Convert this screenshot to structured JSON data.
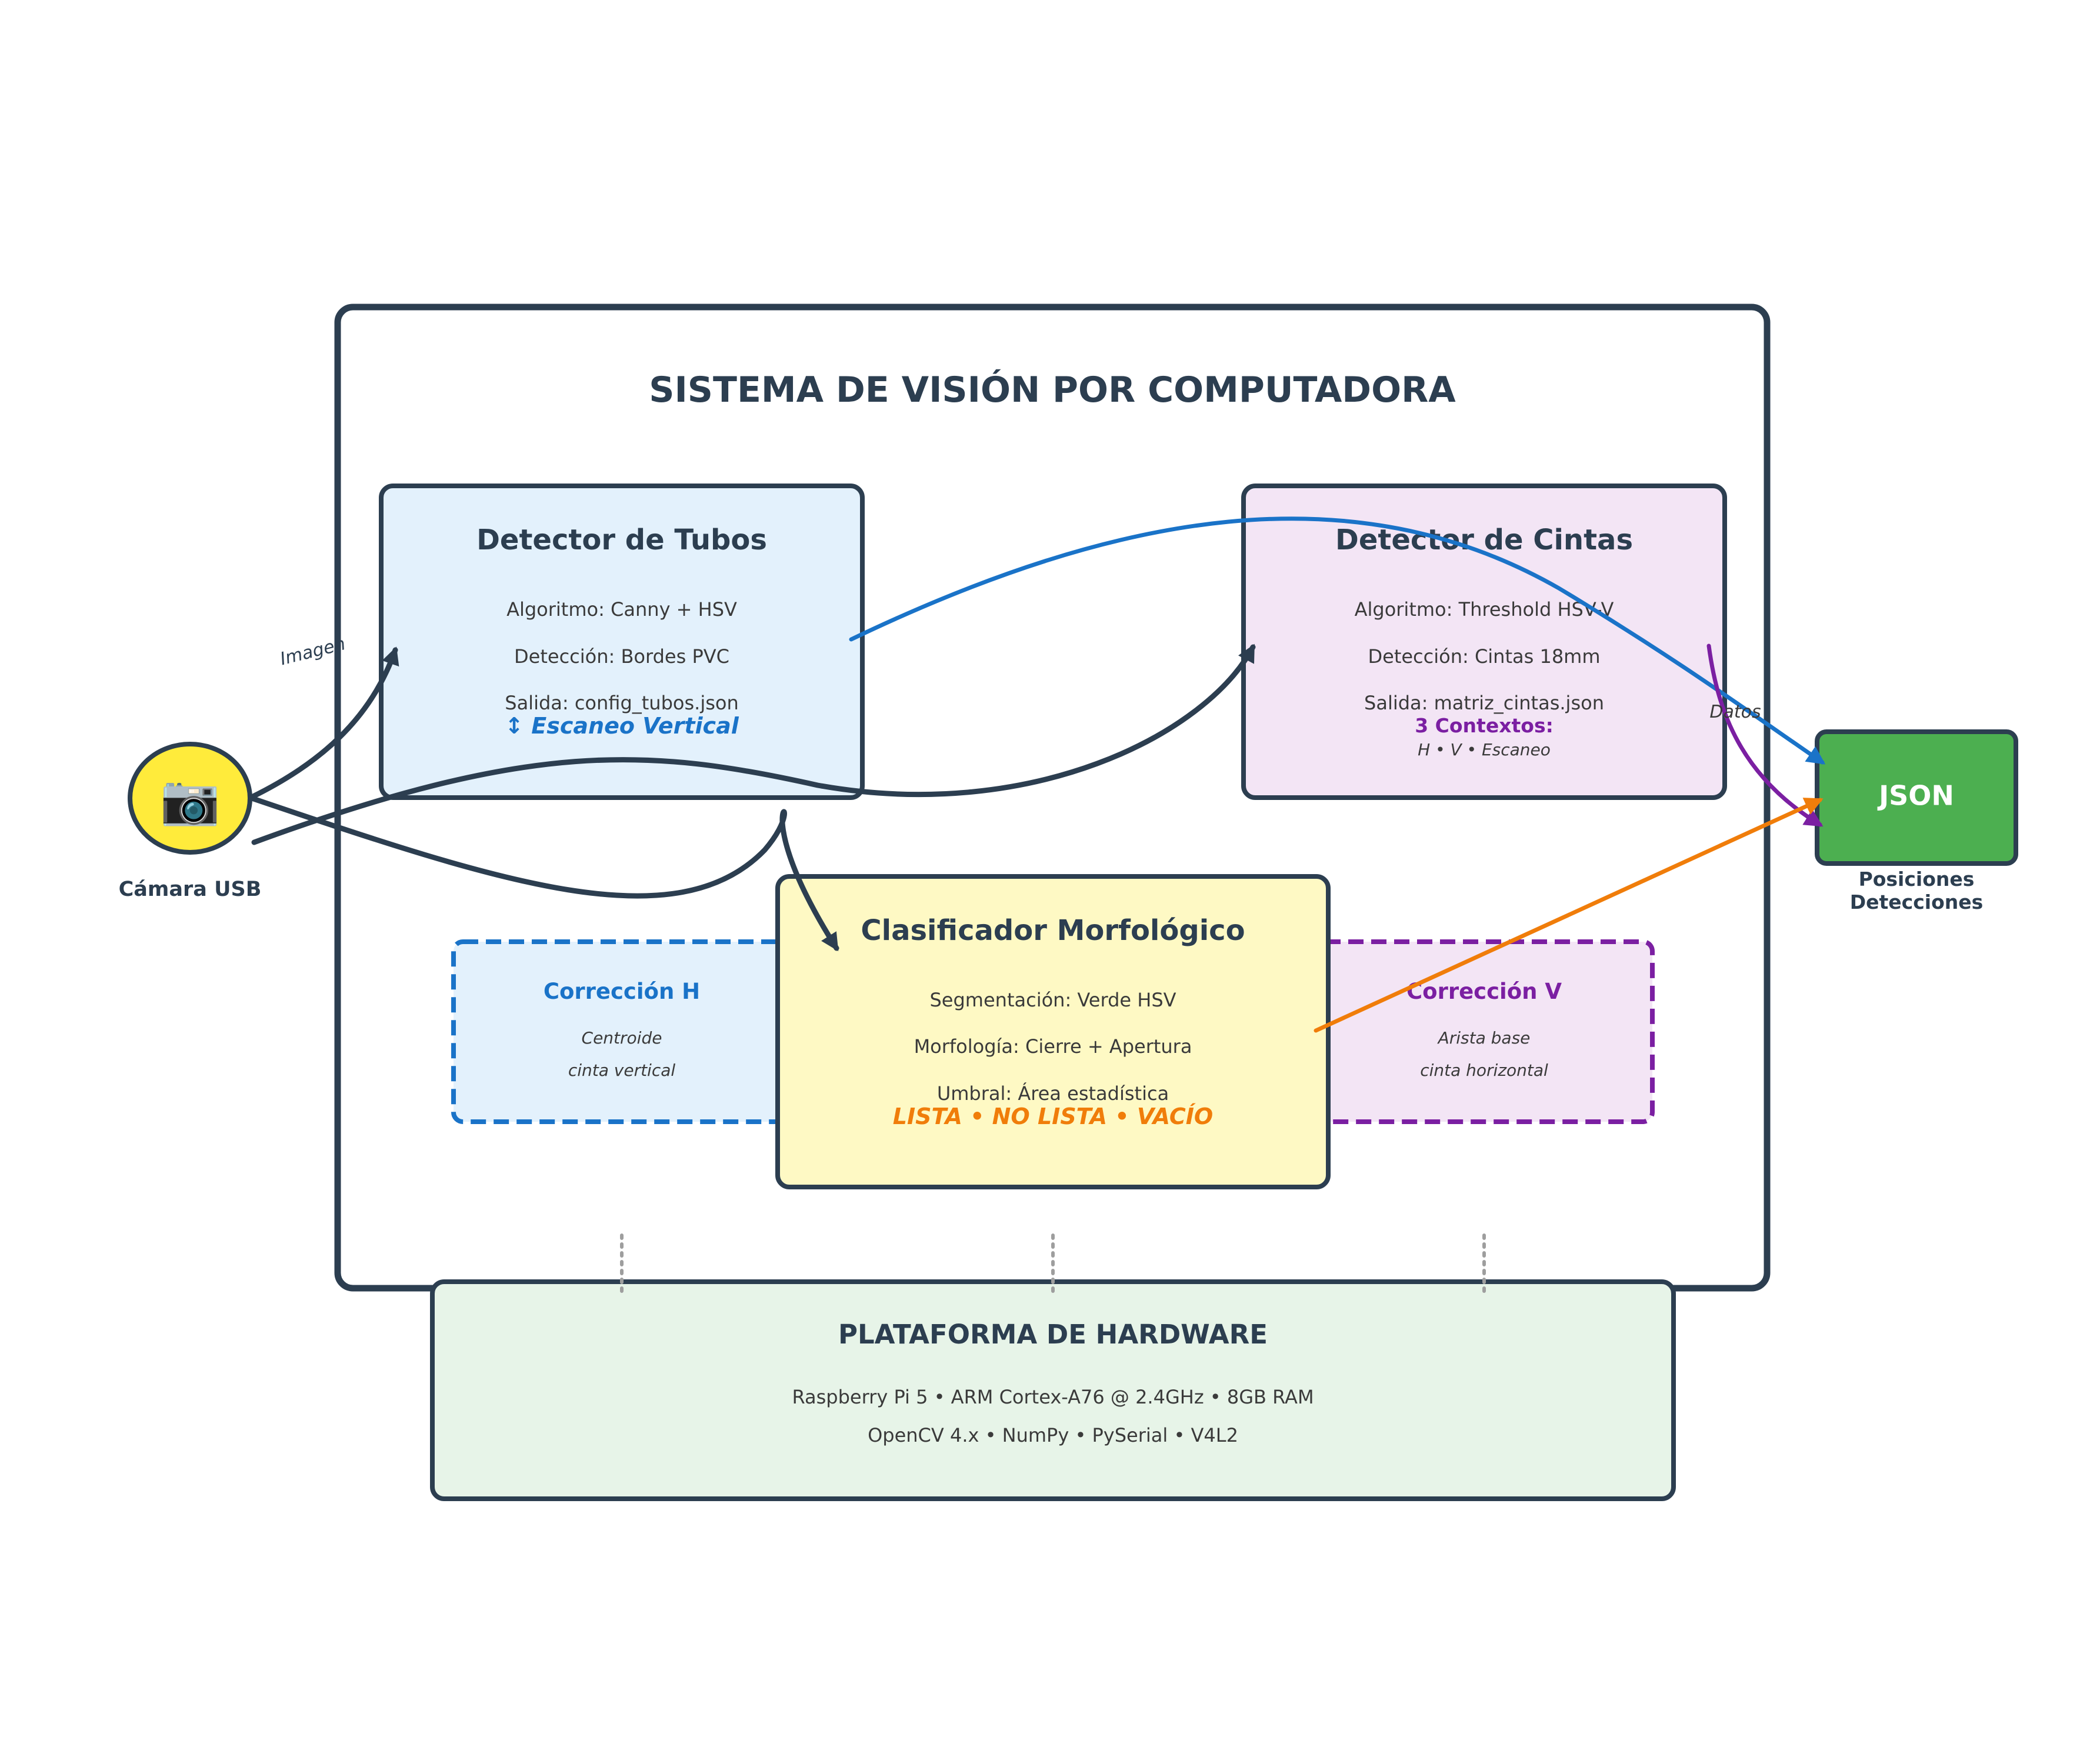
{
  "colors": {
    "dark": "#2c3e50",
    "blue": "#1a73c8",
    "purple": "#7b1fa2",
    "orange": "#f07d0a",
    "green": "#4caf50",
    "text": "#3a3a3a",
    "camera_fill": "#ffeb3b",
    "tubos_fill": "#e3f1fc",
    "cintas_fill": "#f3e5f5",
    "clasificador_fill": "#fef9c4",
    "hardware_fill": "#e7f4e8"
  },
  "system": {
    "title": "SISTEMA DE VISIÓN POR COMPUTADORA"
  },
  "camera": {
    "icon": "camera-icon",
    "glyph": "📷",
    "label": "Cámara USB"
  },
  "detector_tubos": {
    "title": "Detector de Tubos",
    "algoritmo": "Algoritmo: Canny + HSV",
    "deteccion": "Detección: Bordes PVC",
    "salida": "Salida: config_tubos.json",
    "scan": "↕ Escaneo Vertical"
  },
  "detector_cintas": {
    "title": "Detector de Cintas",
    "algoritmo": "Algoritmo: Threshold HSV-V",
    "deteccion": "Detección: Cintas 18mm",
    "salida": "Salida: matriz_cintas.json",
    "contextos": "3 Contextos:",
    "contextos_detalle": "H • V • Escaneo"
  },
  "clasificador": {
    "title": "Clasificador Morfológico",
    "segmentacion": "Segmentación: Verde HSV",
    "morfologia": "Morfología: Cierre + Apertura",
    "umbral": "Umbral: Área estadística",
    "estados": "LISTA • NO LISTA • VACÍO"
  },
  "correccion_h": {
    "title": "Corrección H",
    "line1": "Centroide",
    "line2": "cinta vertical"
  },
  "correccion_v": {
    "title": "Corrección V",
    "line1": "Arista base",
    "line2": "cinta horizontal"
  },
  "json_output": {
    "label": "JSON",
    "caption1": "Posiciones",
    "caption2": "Detecciones"
  },
  "edge_labels": {
    "imagen": "Imagen",
    "datos": "Datos"
  },
  "hardware": {
    "title": "PLATAFORMA DE HARDWARE",
    "line1": "Raspberry Pi 5 • ARM Cortex-A76 @ 2.4GHz • 8GB RAM",
    "line2": "OpenCV 4.x • NumPy • PySerial • V4L2"
  }
}
